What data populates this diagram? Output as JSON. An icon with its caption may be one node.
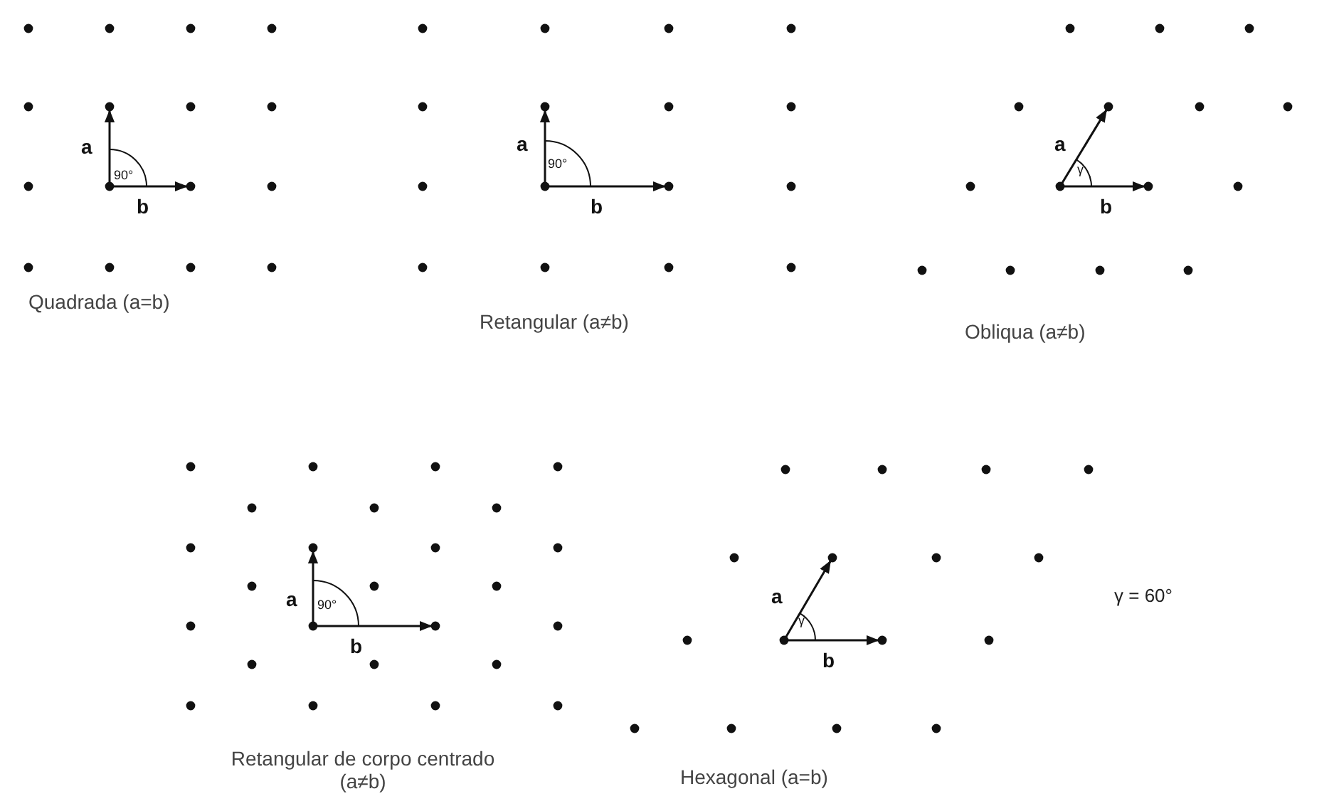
{
  "diagram": {
    "labels": [
      "a",
      "90°",
      "b",
      "Quadrada (a=b)",
      "a",
      "90°",
      "b",
      "Retangular (a≠b)",
      "a",
      "γ",
      "b",
      "Obliqua (a≠b)",
      "a",
      "90°",
      "b",
      "Retangular de corpo centrado (a≠b)",
      "a",
      "γ",
      "b",
      "Hexagonal (a=b)",
      "γ = 60°"
    ]
  }
}
